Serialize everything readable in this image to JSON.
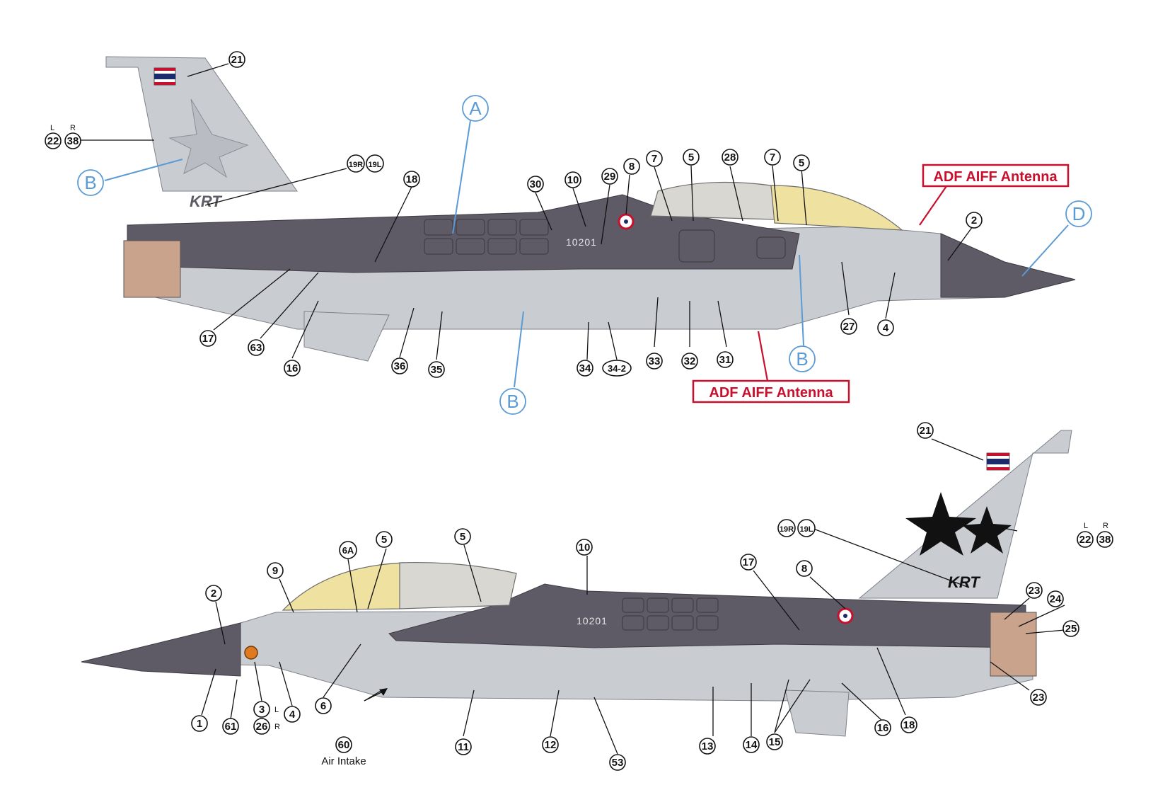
{
  "colors": {
    "camo_light": "#c9cdd2",
    "camo_dark": "#5e5a66",
    "reference_blue": "#5b9bd5",
    "antenna_red": "#c8102e",
    "canopy_tint": "#efe2a0"
  },
  "top_view": {
    "serial": "10201",
    "tail_code": "KRT",
    "area_labels": {
      "a": "A",
      "b_tail": "B",
      "b_fuselage": "B",
      "b_lower": "B",
      "d": "D"
    },
    "antenna_labels": {
      "upper": "ADF AIFF Antenna",
      "lower": "ADF AIFF Antenna"
    },
    "side_labels": {
      "left": "L",
      "right": "R"
    },
    "callouts": {
      "c21": "21",
      "c22": "22",
      "c38": "38",
      "c19r": "19R",
      "c19l": "19L",
      "c18": "18",
      "c30": "30",
      "c10": "10",
      "c29": "29",
      "c8": "8",
      "c7a": "7",
      "c5a": "5",
      "c28": "28",
      "c7b": "7",
      "c5b": "5",
      "c2": "2",
      "c17": "17",
      "c63": "63",
      "c16": "16",
      "c36": "36",
      "c35": "35",
      "c34": "34",
      "c34_2": "34-2",
      "c33": "33",
      "c32": "32",
      "c31": "31",
      "c27": "27",
      "c4": "4"
    }
  },
  "bottom_view": {
    "serial": "10201",
    "tail_code": "KRT",
    "side_labels": {
      "left": "L",
      "right": "R",
      "left_3": "L",
      "right_26": "R"
    },
    "air_intake_label": "Air Intake",
    "callouts": {
      "c21": "21",
      "c22": "22",
      "c38": "38",
      "c19r": "19R",
      "c19l": "19L",
      "c8": "8",
      "c17": "17",
      "c10": "10",
      "c5a": "5",
      "c6a": "6A",
      "c5b": "5",
      "c9": "9",
      "c2": "2",
      "c23a": "23",
      "c24": "24",
      "c25": "25",
      "c23b": "23",
      "c18": "18",
      "c16": "16",
      "c15": "15",
      "c14": "14",
      "c13": "13",
      "c53": "53",
      "c12": "12",
      "c11": "11",
      "c60": "60",
      "c6": "6",
      "c4": "4",
      "c3": "3",
      "c26": "26",
      "c61": "61",
      "c1": "1"
    }
  }
}
